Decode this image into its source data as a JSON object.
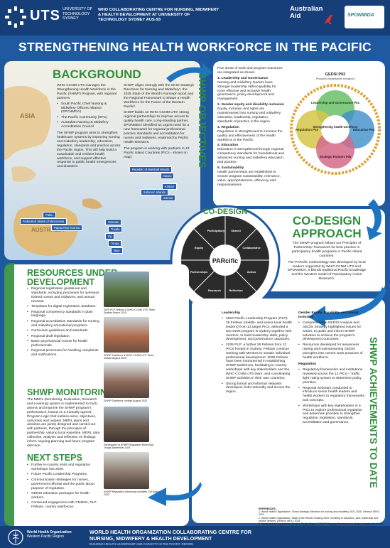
{
  "header": {
    "uts_name": "UTS",
    "uts_sub": "UNIVERSITY OF TECHNOLOGY SYDNEY",
    "who_cc": "WHO COLLABORATING CENTRE FOR NURSING, MIDWIFERY & HEALTH DEVELOPMENT AT UNIVERSITY OF TECHNOLOGY SYDNEY AUS-93",
    "australian_aid_1": "Australian",
    "australian_aid_2": "Aid",
    "sponmida": "SPONMIDA"
  },
  "title": "STRENGTHENING HEALTH WORKFORCE IN THE PACIFIC",
  "background": {
    "title": "BACKGROUND",
    "intro": "WHO CCNM UTS manages the Strengthening Health Workforce in the Pacific (SHWP) Program, with regional partners:",
    "partners": [
      "South Pacific Chief Nursing & Midwifery Officers Alliance (SPCNMOA)",
      "The Pacific Community (SPC)",
      "Australian Nursing & Midwifery Accreditation Council"
    ],
    "para2": "The SHWP program aims to strengthen healthcare systems by improving nursing and midwifery leadership, education, regulation, standards and practice across the Pacific region. This will help build a sustainable and resilient health workforce, and support effective response to public health emergencies and disasters.",
    "col2_p1": "SHWP aligns strongly with the WHO Strategic Directions for Nursing and Midwifery¹, the 2025 State of the World's Nursing² report and the Regional Framework to Shape a Health Workforce for the Future of the Western Pacific³.",
    "col2_p2": "SHWP builds on WHO CCNM UTS' strong regional partnerships to improve access to quality health care. Long-standing partner, SPONMIDA identified an urgent need for a new framework for regional professional practice standards and accreditation for nurses and midwives, endorsed by Pacific Health Ministers.",
    "col2_p3": "The program is working with partners in 13 Pacific Island Countries (PICs - shown on map).",
    "map_labels": [
      "ASIA",
      "AUSTRALIA"
    ],
    "countries": [
      "Republic of Marshall Islands",
      "Nauru",
      "Kiribati",
      "Solomon Islands",
      "Samoa",
      "Palau",
      "Federated States of Micronesia",
      "Papua New Guinea",
      "Vanuatu",
      "Tuvalu",
      "Fiji",
      "Tonga",
      "Niue"
    ]
  },
  "objectives": {
    "vertical_title": "SHWP OBJECTIVES",
    "intro": "Five areas of work and program outcomes are integrated as shown.",
    "items": [
      {
        "heading": "1. Leadership and Governance",
        "text": "Nursing and midwifery leaders have stronger leadership skills/capability for more effective and inclusive health governance, policy development and management."
      },
      {
        "heading": "2. Gender equity and disability inclusion",
        "text": "Equity, inclusion and rights are mainstreamed into nursing and midwifery education, leadership, regulation, standards of practice in the region."
      },
      {
        "heading": "3. Regulation",
        "text": "Regulation is strengthened to increase the quality and effectiveness of the health workforce in the Pacific."
      },
      {
        "heading": "4. Education",
        "text": "Education is strengthened through regional competency standards for foundational and advanced nursing and midwifery education and practice."
      },
      {
        "heading": "5. Sustainability",
        "text": "Health partnerships are established to ensure program sustainability, relevance, value, appropriateness, efficiency and responsiveness."
      }
    ],
    "diagram": {
      "top_label": "GEDSI P02",
      "top_sub": "Principles mainstreamed throughout",
      "center": "Strengthening health workforce",
      "p01": "Leadership and Governance P01",
      "p03": "Regulation P03",
      "p04": "Education P04",
      "p05": "Strategic Partners P05"
    }
  },
  "codesign": {
    "ring_title": "CO-DESIGN",
    "center": "PARcific",
    "title_1": "CO-DESIGN",
    "title_2": "APPROACH",
    "text1": "The SHWP program follows our Principles of Partnership⁴ framework for best practice in participatory health programs in Pacific Island countries.",
    "text2": "The PARcific methodology was developed by local leaders supported by WHO CCNM UTS and SPONMIDA. It blends traditional Pacific knowledge and the Western model of Participatory Action Research.",
    "segments": [
      "Participatory",
      "Shared",
      "Collaborative",
      "Action",
      "Reflection",
      "Research",
      "Partnerships",
      "Equity"
    ]
  },
  "resources": {
    "title_1": "RESOURCES UNDER",
    "title_2": "DEVELOPMENT",
    "items": [
      "Regional registration guidelines and standards, including processes for overseas trained nurses and midwives, and annual renewal.",
      "Templates for digital registration database.",
      "Regional competency standards in plain language.",
      "Regional accreditation standards for nursing and midwifery educational programs.",
      "Curriculum guidelines and standards.",
      "Regional draft legislation.",
      "Basic psychosocial course for health professionals.",
      "Regional processes for handling complaints and notifications."
    ]
  },
  "monitoring": {
    "title": "SHWP MONITORING",
    "text": "The MERL (Monitoring, Evaluation, Research and Learning) system is implemented to track, assess and improve the SHWP program's performance, based on a mutually agreed Program Logic that outlines aims, objectives, outcomes and outputs. MERL plans and activities are jointly designed and carried out with partners, through the principles of partnership, valuing local expertise. MERL data collection, analysis and reflection on findings inform ongoing planning and future program direction."
  },
  "next_steps": {
    "title": "NEXT STEPS",
    "items": [
      "Further in-country visits and regulation workshops into 2026.",
      "Future Pacific Leadership Programs",
      "Communication strategies for nurses, government officials and the public about purpose of regulation.",
      "GEDSI education packages for health workers.",
      "Continued engagement with CNMOs, PLP Fellows, country taskforces."
    ]
  },
  "photos": [
    {
      "caption": "2025 PLP Fellows & WHO CCNM UTS Team, Sydney March 2025"
    },
    {
      "caption": "SHWP Taskforce & WHO CCNM UTS Team, Kiribati August 2025"
    },
    {
      "caption": "SHWP Taskforce, Kiribati August 2025"
    },
    {
      "caption": "Participants at SHWP Regulation Workshop, Tonga September 2025"
    },
    {
      "caption": "SHWP Regulation Workshop Activities, Fiji August 2025"
    }
  ],
  "achievements": {
    "vertical_title": "SHWP ACHIEVEMENTS TO DATE",
    "leadership_heading": "Leadership",
    "leadership": [
      "2024 Pacific Leadership Program (PLP): 26 Fellows (middle- and senior-level health leaders) from 13 target PICs, attended a two-week program in Sydney together with mentors, to build leadership skills, policy development, and governance capacities.",
      "2025 PLP: a further 26 Fellows from 13 PICS hosted in Sydney. Fellows continue working with Mentors to sustain individual professional development. 2025 Fellows have been instrumental in establishing SHWP taskforces, facilitating in-country workshops with key stakeholders and the WHO CCNM UTS team, and coordinating SHWP activities in their own countries.",
      "Strong formal and informal networks developed, both nationally and across the region."
    ],
    "gedsi_heading": "Gender Equity, Disability, and Social Inclusion",
    "gedsi": [
      "Comprehensive GEDSI Analysis and GEDSI Strategy highlighted issues for action, to guide and inform SHWP activities to achieve the program's development outcomes.",
      "Resources developed for awareness raising and mainstreaming GEDSI principles into current work practices of health workforce."
    ],
    "regulation_heading": "Regulation",
    "regulation": [
      "Regulatory frameworks and institutions reviewed across the 13 PICs – 'traffic light' rating system to determine policy priorities.",
      "Regional webinars conducted to introduce senior health leaders and health workers to regulatory frameworks and concepts.",
      "Workshops with key stakeholders in 6 PICs to explore professional regulation and determine priorities to strengthen regulation, legislation, standards, accreditation and governance."
    ]
  },
  "references": {
    "heading": "REFERENCES",
    "items": [
      "1. World Health Organization. Global strategic directions for nursing and midwifery 2021-2025. Geneva: WHO; 2021.",
      "2. World Health Organization. State of the World's Nursing 2025: Investing in education, jobs, leadership and service delivery. Geneva: WHO; 2025.",
      "3. World Health Organization Western Pacific Region. DRAFT Regional Framework to Shape a Health Workforce for the Future of the Western Pacific. WPR/RC74/6. Manila: WHO WPR; n.d.",
      "4. WHO Collaborating Centre for Nursing Midwifery and Health Development UTS. Principles of Partnership: A Working Framework for Participatory Health Programs in Pacific Island Nations. Sydney: WHO CCNM UTS; 2016."
    ]
  },
  "footer": {
    "who_name": "World Health Organization",
    "who_region": "Western Pacific Region",
    "title": "WORLD HEALTH ORGANIZATION COLLABORATING CENTRE FOR NURSING, MIDWIFERY & HEALTH DEVELOPMENT",
    "sub": "BUILDING HEALTH LEADERSHIP AND CAPACITY IN THE PACIFIC REGION"
  },
  "colors": {
    "navy": "#163f7a",
    "blue": "#1f5aa0",
    "green": "#2f8f3c",
    "arrow_blue": "#1f74c2"
  }
}
